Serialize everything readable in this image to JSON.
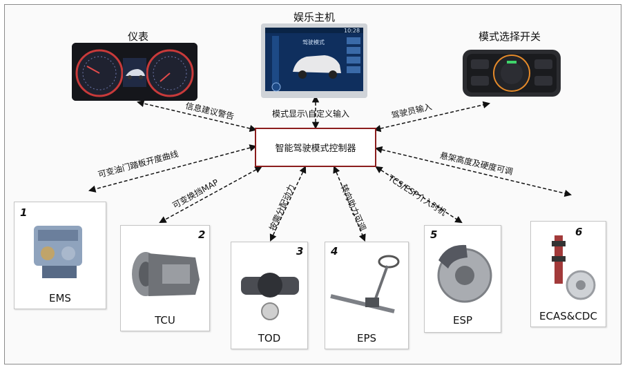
{
  "titles": {
    "cluster": "仪表",
    "head_unit": "娱乐主机",
    "mode_switch": "模式选择开关"
  },
  "controller": "智能驾驶模式控制器",
  "link_labels": {
    "cluster": "信息建议警告",
    "head_unit": "模式显示\\自定义输入",
    "mode_switch": "驾驶员输入",
    "ems": "可变油门踏板开度曲线",
    "tcu": "可变换挡MAP",
    "tod": "按需分配动力",
    "eps": "转向助力可调",
    "esp": "TCS/ESP介入时机",
    "ecas": "悬架高度及硬度可调"
  },
  "head_unit_screen": {
    "time": "10:28",
    "mode_title": "驾驶模式"
  },
  "modules": [
    {
      "num": "1",
      "name": "EMS"
    },
    {
      "num": "2",
      "name": "TCU"
    },
    {
      "num": "3",
      "name": "TOD"
    },
    {
      "num": "4",
      "name": "EPS"
    },
    {
      "num": "5",
      "name": "ESP"
    },
    {
      "num": "6",
      "name": "ECAS&CDC"
    }
  ]
}
